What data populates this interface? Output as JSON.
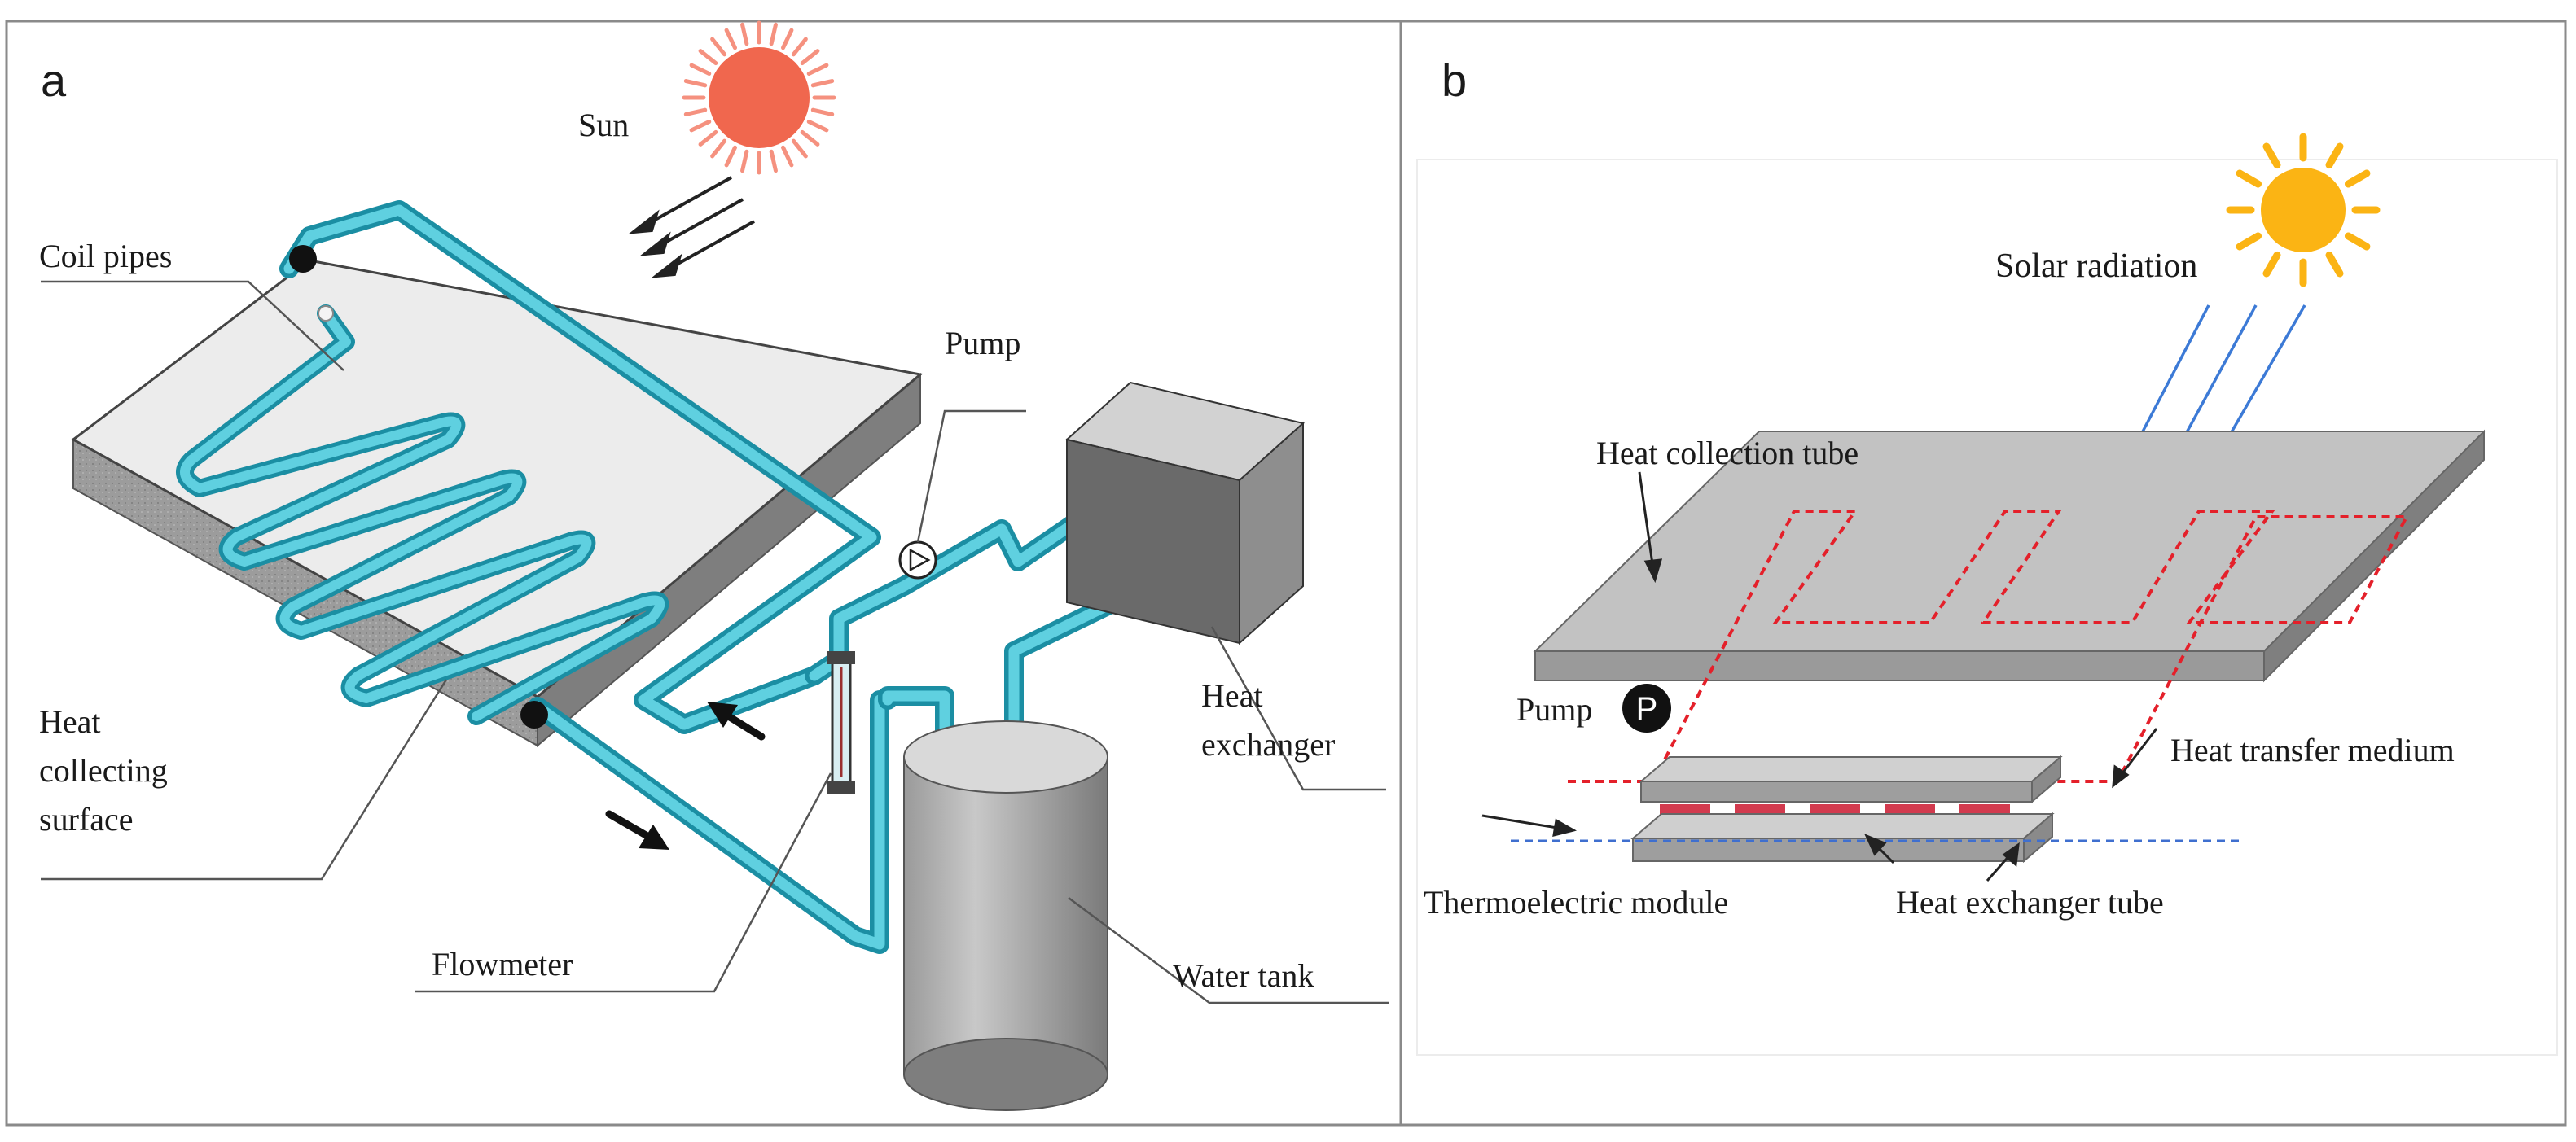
{
  "panel_a": {
    "letter": "a",
    "labels": {
      "sun": "Sun",
      "coil_pipes": "Coil pipes",
      "pump": "Pump",
      "heat_exchanger_1": "Heat",
      "heat_exchanger_2": "exchanger",
      "heat_collecting_1": "Heat",
      "heat_collecting_2": "collecting",
      "heat_collecting_3": "surface",
      "flowmeter": "Flowmeter",
      "water_tank": "Water tank"
    }
  },
  "panel_b": {
    "letter": "b",
    "labels": {
      "solar_radiation": "Solar radiation",
      "heat_collection_tube": "Heat collection tube",
      "pump": "Pump",
      "pump_badge": "P",
      "heat_transfer_medium": "Heat transfer medium",
      "thermoelectric_module": "Thermoelectric module",
      "heat_exchanger_tube": "Heat exchanger tube"
    }
  },
  "colors": {
    "pipe": "#3ab7cc",
    "pipe_dark": "#1b8ea3",
    "sun_a": "#f0674e",
    "sun_b": "#fbb414",
    "grey_top": "#c3c3c3",
    "grey_side": "#8c8c8c",
    "red_dash": "#e4202a",
    "blue_dash": "#3f6fcf"
  }
}
